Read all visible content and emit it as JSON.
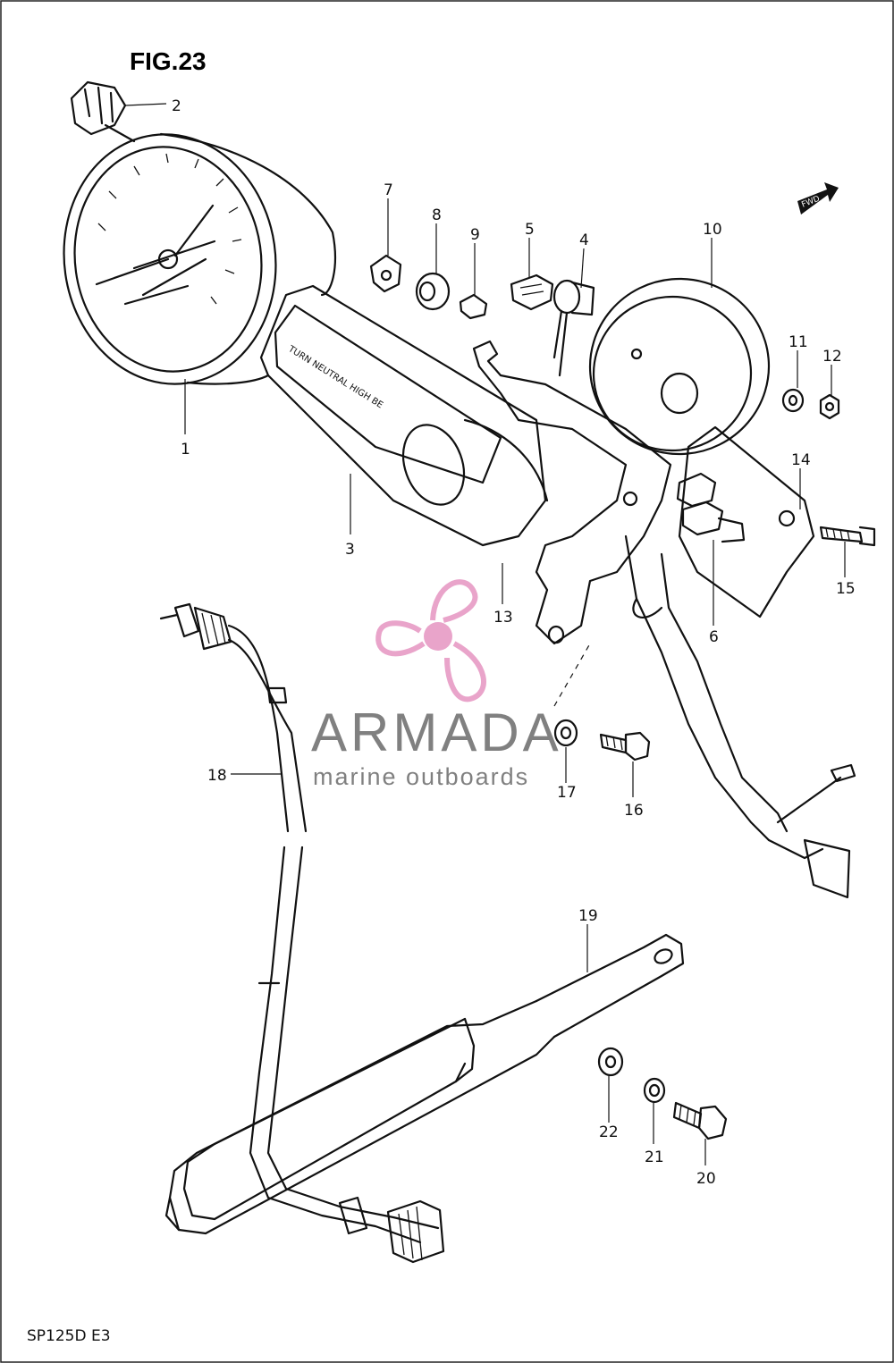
{
  "figure": {
    "title": "FIG.23",
    "model_code": "SP125D E3",
    "fwd_label": "FWD"
  },
  "gauge_panel": {
    "label_text": "TURN NEUTRAL HIGH BE"
  },
  "watermark": {
    "brand": "ARMADA",
    "tagline": "marine outboards",
    "color": "#e8a0c8"
  },
  "callouts": [
    "1",
    "2",
    "3",
    "4",
    "5",
    "6",
    "7",
    "8",
    "9",
    "10",
    "11",
    "12",
    "13",
    "14",
    "15",
    "16",
    "17",
    "18",
    "19",
    "20",
    "21",
    "22"
  ]
}
